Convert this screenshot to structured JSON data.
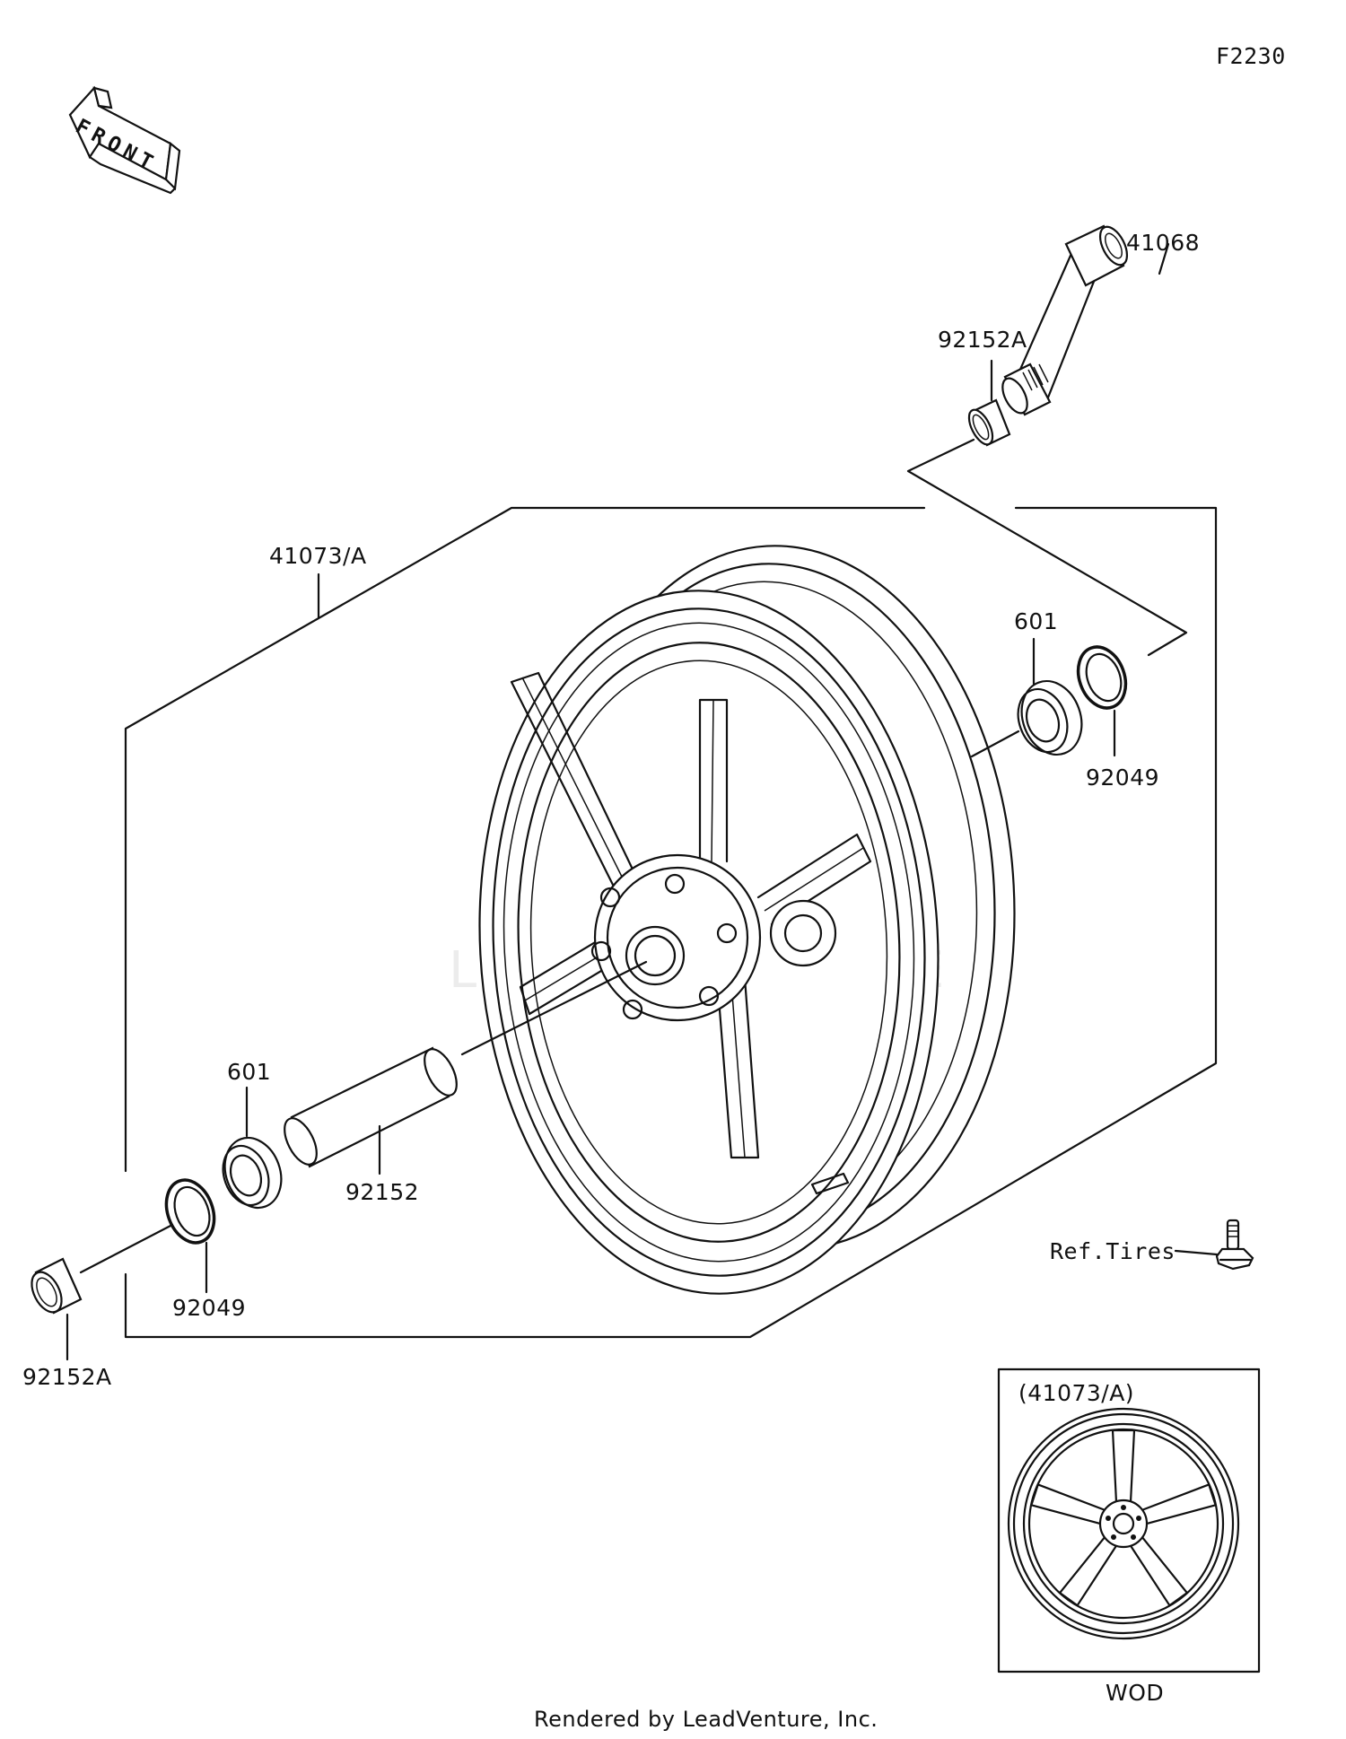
{
  "diagram": {
    "code": "F2230",
    "front_label": "FRONT",
    "callouts": {
      "axle": "41068",
      "collar_upper": "92152A",
      "wheel": "41073/A",
      "bearing_right": "601",
      "seal_right": "92049",
      "bearing_left": "601",
      "spacer": "92152",
      "seal_left": "92049",
      "collar_lower": "92152A",
      "valve_ref": "Ref.Tires"
    },
    "inset": {
      "title": "(41073/A)",
      "caption": "WOD"
    },
    "footer": "Rendered by LeadVenture, Inc."
  }
}
